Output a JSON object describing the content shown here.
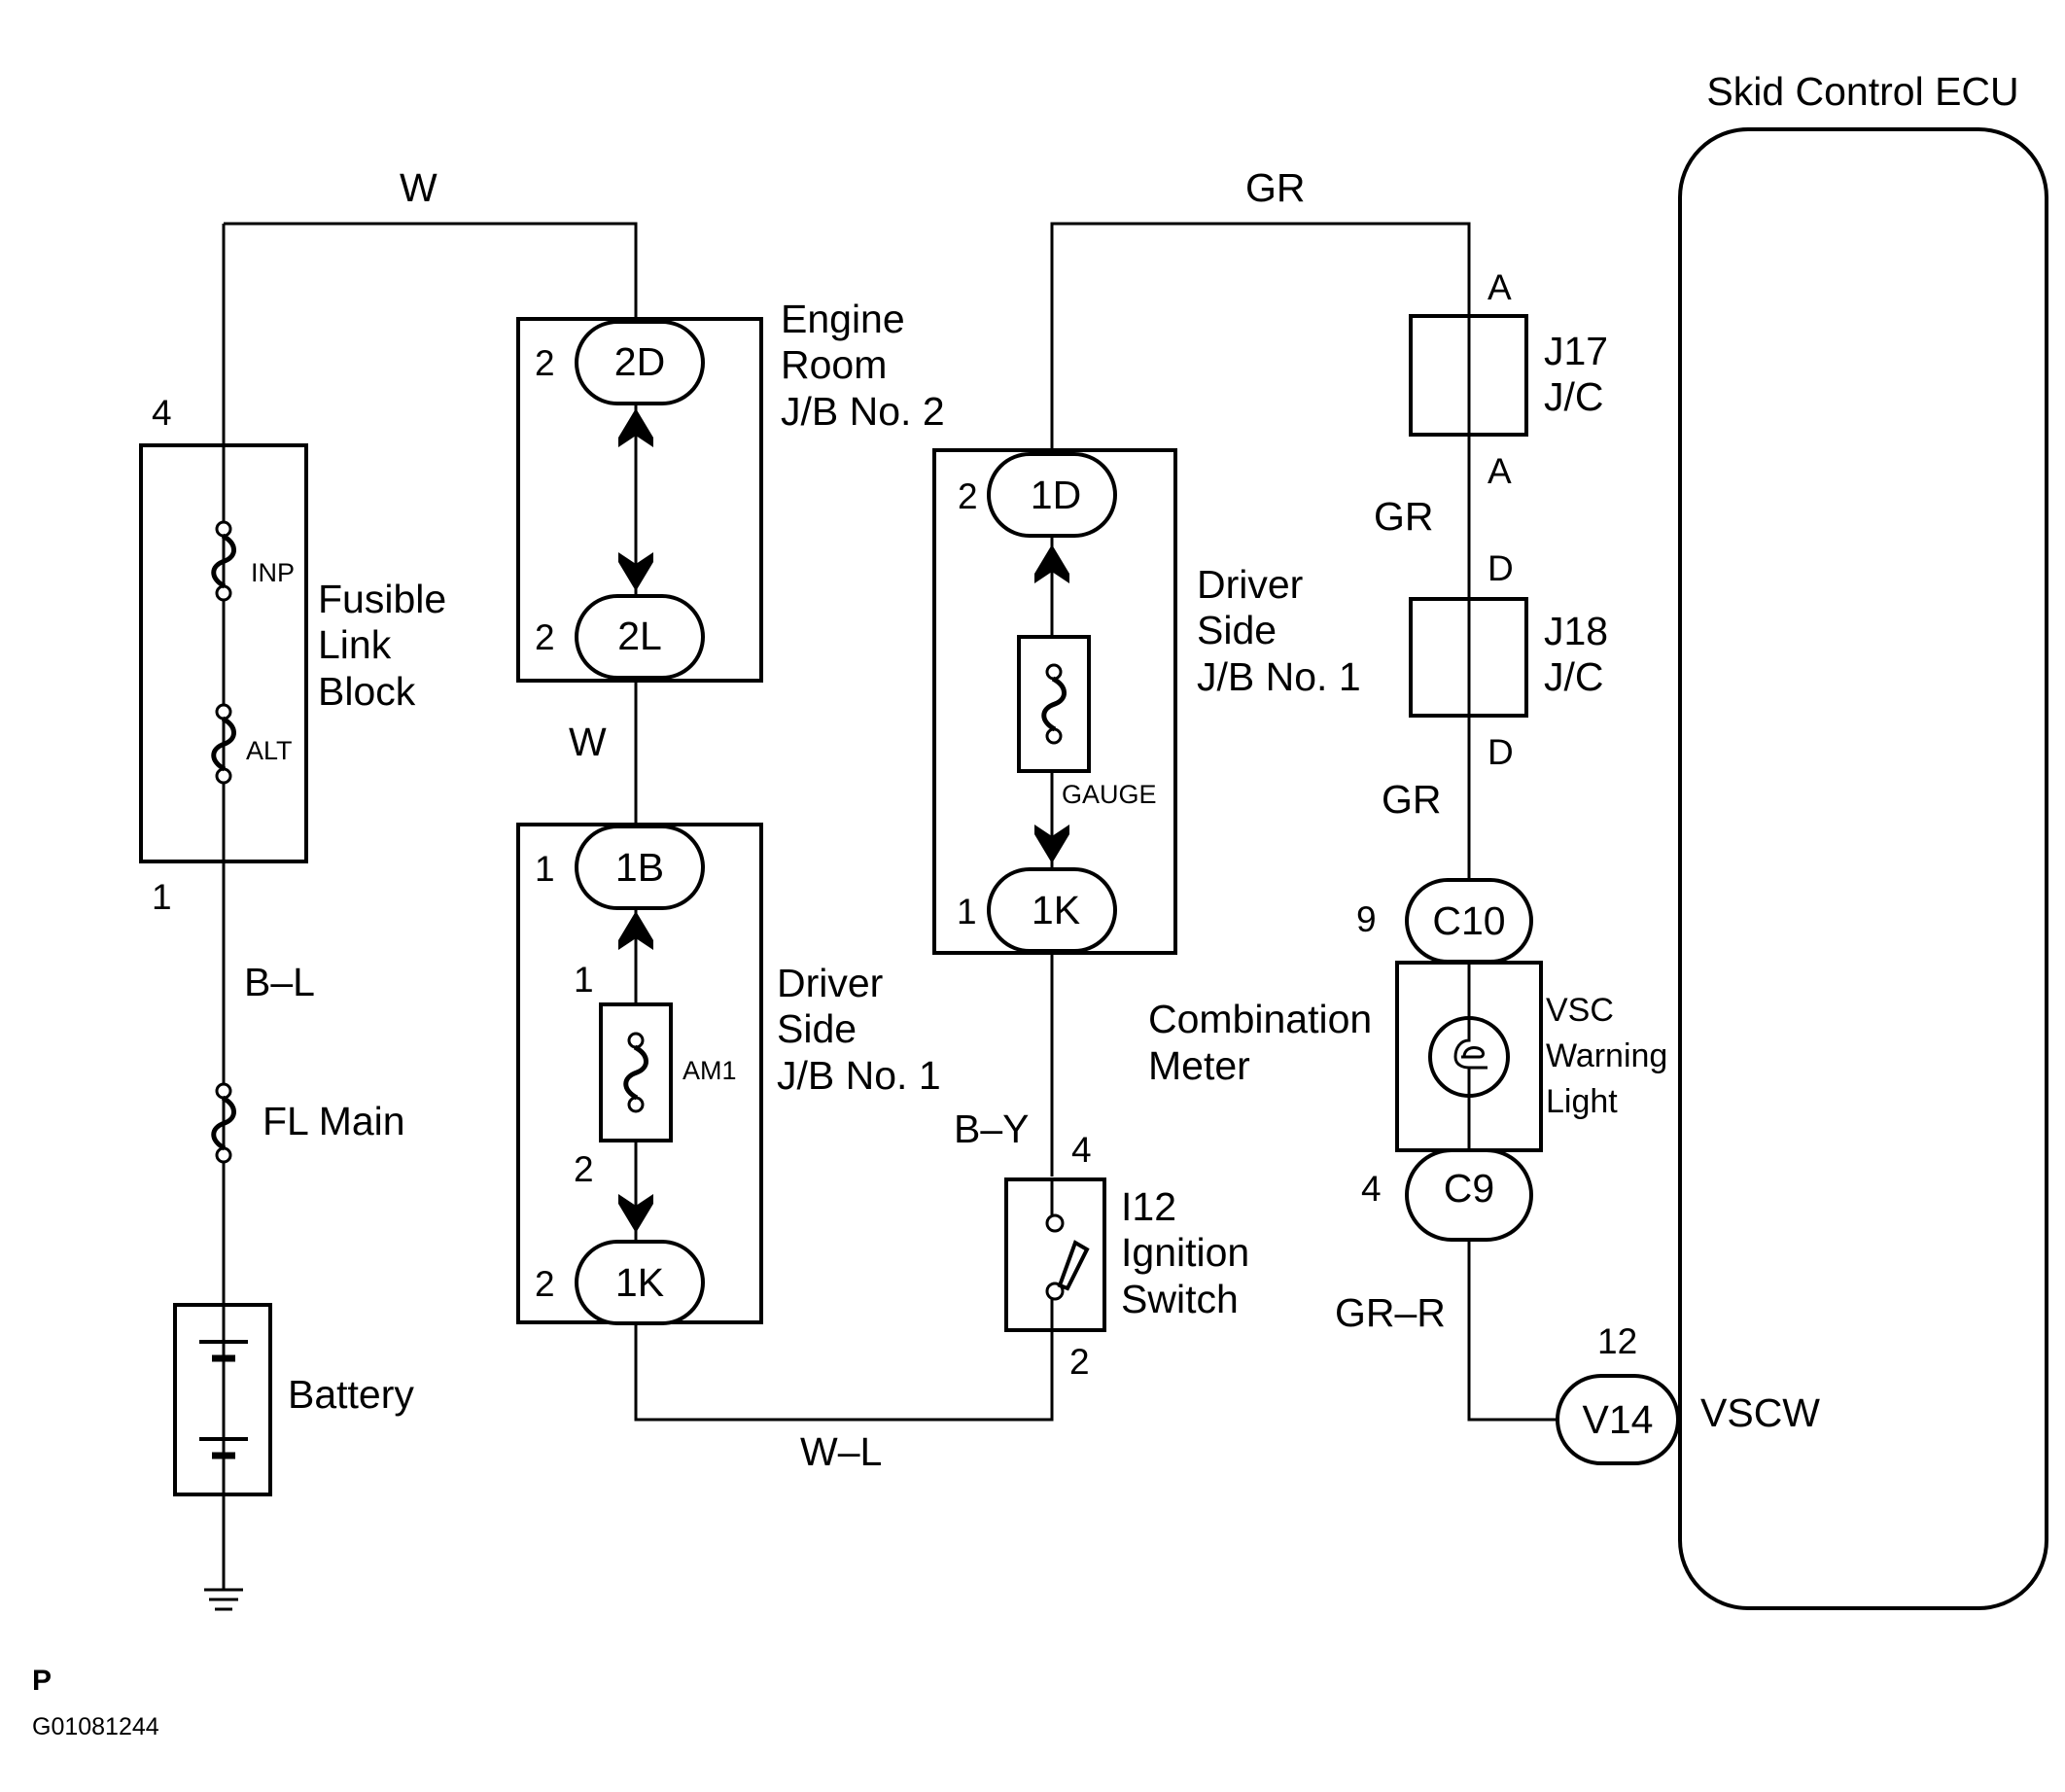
{
  "wire_colors": {
    "top_left": "W",
    "mid_left": "W",
    "fusible_to_battery": "B–L",
    "bottom": "W–L",
    "ignition_upper": "B–Y",
    "top_right": "GR",
    "jc_between": "GR",
    "jc_to_meter": "GR",
    "meter_to_ecu": "GR–R"
  },
  "components": {
    "fusible_link_block": {
      "label_lines": [
        "Fusible",
        "Link",
        "Block"
      ],
      "pin_top": "4",
      "pin_bottom": "1",
      "fuse_inp": "INP",
      "fuse_alt": "ALT"
    },
    "fl_main": {
      "label": "FL Main"
    },
    "battery": {
      "label": "Battery"
    },
    "engine_room_jb2": {
      "label_lines": [
        "Engine",
        "Room",
        "J/B No. 2"
      ],
      "conn_top": "2D",
      "conn_top_pin": "2",
      "conn_bottom": "2L",
      "conn_bottom_pin": "2"
    },
    "driver_side_jb1_left": {
      "label_lines": [
        "Driver",
        "Side",
        "J/B No. 1"
      ],
      "conn_top": "1B",
      "conn_top_pin": "1",
      "conn_bottom": "1K",
      "conn_bottom_pin": "2",
      "fuse": "AM1",
      "fuse_pin_top": "1",
      "fuse_pin_bottom": "2"
    },
    "driver_side_jb1_right": {
      "label_lines": [
        "Driver",
        "Side",
        "J/B No. 1"
      ],
      "conn_top": "1D",
      "conn_top_pin": "2",
      "conn_bottom": "1K",
      "conn_bottom_pin": "1",
      "fuse": "GAUGE"
    },
    "ignition_switch": {
      "label_lines": [
        "I12",
        "Ignition",
        "Switch"
      ],
      "pin_top": "4",
      "pin_bottom": "2"
    },
    "j17": {
      "label_lines": [
        "J17",
        "J/C"
      ],
      "pin_top": "A",
      "pin_bottom": "A"
    },
    "j18": {
      "label_lines": [
        "J18",
        "J/C"
      ],
      "pin_top": "D",
      "pin_bottom": "D"
    },
    "combination_meter": {
      "label_lines": [
        "Combination",
        "Meter"
      ],
      "conn_top": "C10",
      "conn_top_pin": "9",
      "conn_bottom": "C9",
      "conn_bottom_pin": "4",
      "light_lines": [
        "VSC",
        "Warning",
        "Light"
      ]
    },
    "skid_control_ecu": {
      "title": "Skid Control ECU",
      "conn": "V14",
      "conn_pin": "12",
      "terminal": "VSCW"
    }
  },
  "footer": {
    "letter": "P",
    "code": "G01081244"
  }
}
